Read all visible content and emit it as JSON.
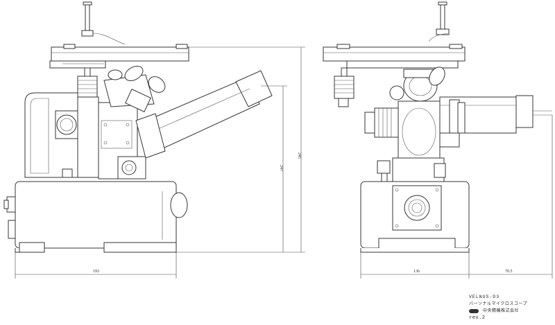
{
  "dimensions": {
    "front_width": "193",
    "front_height_inner": "247",
    "front_height_outer": "245",
    "side_width": "136",
    "side_offset": "70.5"
  },
  "title_block": {
    "model": "VELNUS-D3",
    "subtitle": "バーソナルマイクロスコープ",
    "company": "中央精機株式会社",
    "revision": "rev.2"
  }
}
